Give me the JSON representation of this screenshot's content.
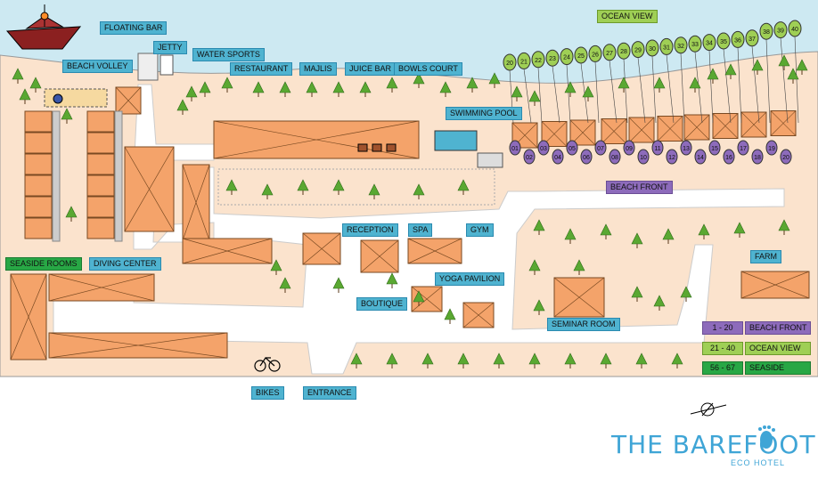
{
  "labels": {
    "floating_bar": "FLOATING BAR",
    "jetty": "JETTY",
    "water_sports": "WATER SPORTS",
    "beach_volley": "BEACH VOLLEY",
    "restaurant": "RESTAURANT",
    "majlis": "MAJLIS",
    "juice_bar": "JUICE BAR",
    "bowls_court": "BOWLS COURT",
    "swimming_pool": "SWIMMING POOL",
    "ocean_view": "OCEAN VIEW",
    "beach_front": "BEACH FRONT",
    "reception": "RECEPTION",
    "spa": "SPA",
    "gym": "GYM",
    "boutique": "BOUTIQUE",
    "yoga_pavilion": "YOGA PAVILION",
    "seminar_room": "SEMINAR ROOM",
    "seaside_rooms": "SEASIDE ROOMS",
    "diving_center": "DIVING CENTER",
    "farm": "FARM",
    "bikes": "BIKES",
    "entrance": "ENTRANCE"
  },
  "legend": [
    {
      "range": "1 - 20",
      "name": "BEACH FRONT",
      "color": "#8d6bbb"
    },
    {
      "range": "21 - 40",
      "name": "OCEAN VIEW",
      "color": "#9fcf55"
    },
    {
      "range": "56 - 67",
      "name": "SEASIDE",
      "color": "#28a745"
    }
  ],
  "ocean_view_numbers": [
    "20",
    "21",
    "22",
    "23",
    "24",
    "25",
    "26",
    "27",
    "28",
    "29",
    "30",
    "31",
    "32",
    "33",
    "34",
    "35",
    "36",
    "37",
    "38",
    "39",
    "40"
  ],
  "beach_front_numbers": [
    "01",
    "02",
    "03",
    "04",
    "05",
    "06",
    "07",
    "08",
    "09",
    "10",
    "11",
    "12",
    "13",
    "14",
    "15",
    "16",
    "17",
    "18",
    "19",
    "20"
  ],
  "logo": {
    "title": "THE BAREFOOT",
    "subtitle": "ECO HOTEL"
  },
  "colors": {
    "sea": "#cde9f2",
    "land": "#fbe3cd",
    "path": "#ffffff",
    "building": "#f4a36a",
    "tree": "#5aa832"
  }
}
